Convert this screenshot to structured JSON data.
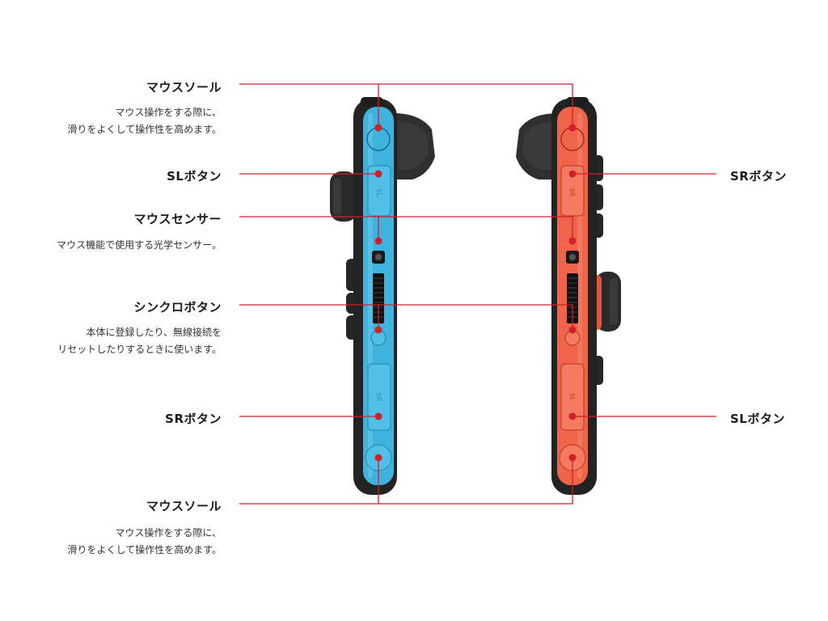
{
  "left_labels": [
    {
      "title": "マウスソール",
      "desc": [
        "マウス操作をする際に、",
        "滑りをよくして操作性を高めます。"
      ]
    },
    {
      "title": "SLボタン",
      "desc": []
    },
    {
      "title": "マウスセンサー",
      "desc": [
        "マウス機能で使用する光学センサー。"
      ]
    },
    {
      "title": "シンクロボタン",
      "desc": [
        "本体に登録したり、無線接続を",
        "リセットしたりするときに使います。"
      ]
    },
    {
      "title": "SRボタン",
      "desc": []
    },
    {
      "title": "マウスソール",
      "desc": [
        "マウス操作をする際に、",
        "滑りをよくして操作性を高めます。"
      ]
    }
  ],
  "right_labels": [
    {
      "title": "SRボタン"
    },
    {
      "title": "SLボタン"
    }
  ],
  "controller_labels": {
    "left_top_button": "SL",
    "left_bottom_button": "SR",
    "right_top_button": "SR",
    "right_bottom_button": "SL"
  },
  "colors": {
    "left_joycon": "#3fb3de",
    "right_joycon": "#f06449",
    "body_dark": "#2b2b2b",
    "callout_line": "#d0202a"
  }
}
